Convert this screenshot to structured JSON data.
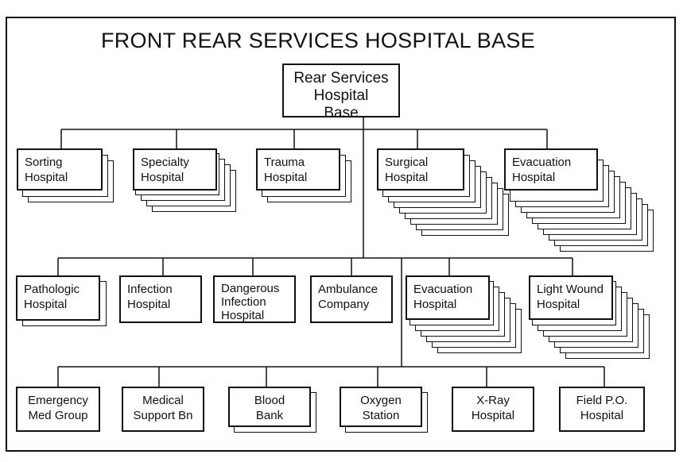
{
  "title": "FRONT REAR SERVICES HOSPITAL BASE",
  "root": "Rear Services\nHospital\nBase",
  "row1": [
    {
      "label": "Sorting\nHospital"
    },
    {
      "label": "Specialty\nHospital"
    },
    {
      "label": "Trauma\nHospital"
    },
    {
      "label": "Surgical\nHospital"
    },
    {
      "label": "Evacuation\nHospital"
    }
  ],
  "row2": [
    {
      "label": "Pathologic\nHospital"
    },
    {
      "label": "Infection\nHospital"
    },
    {
      "label": "Dangerous\nInfection\nHospital"
    },
    {
      "label": "Ambulance\nCompany"
    },
    {
      "label": "Evacuation\nHospital"
    },
    {
      "label": "Light Wound\nHospital"
    }
  ],
  "row3": [
    {
      "label": "Emergency\nMed Group"
    },
    {
      "label": "Medical\nSupport Bn"
    },
    {
      "label": "Blood\nBank"
    },
    {
      "label": "Oxygen\nStation"
    },
    {
      "label": "X-Ray\nHospital"
    },
    {
      "label": "Field P.O.\nHospital"
    }
  ]
}
